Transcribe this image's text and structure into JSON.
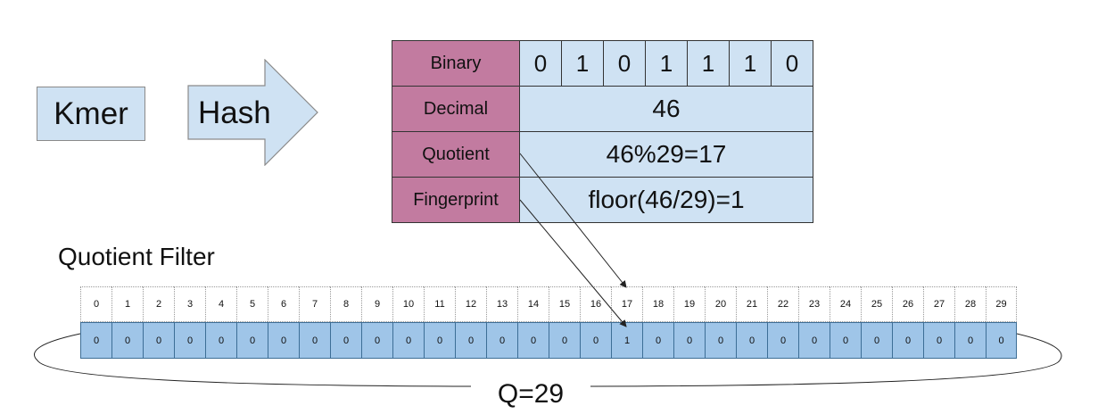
{
  "kmer_label": "Kmer",
  "hash_label": "Hash",
  "table": {
    "binary_label": "Binary",
    "binary_bits": [
      "0",
      "1",
      "0",
      "1",
      "1",
      "1",
      "0"
    ],
    "decimal_label": "Decimal",
    "decimal_value": "46",
    "quotient_label": "Quotient",
    "quotient_value": "46%29=17",
    "fingerprint_label": "Fingerprint",
    "fingerprint_value": "floor(46/29)=1"
  },
  "quotient_filter": {
    "title": "Quotient Filter",
    "indices": [
      "0",
      "1",
      "2",
      "3",
      "4",
      "5",
      "6",
      "7",
      "8",
      "9",
      "10",
      "11",
      "12",
      "13",
      "14",
      "15",
      "16",
      "17",
      "18",
      "19",
      "20",
      "21",
      "22",
      "23",
      "24",
      "25",
      "26",
      "27",
      "28",
      "29"
    ],
    "slots": [
      "0",
      "0",
      "0",
      "0",
      "0",
      "0",
      "0",
      "0",
      "0",
      "0",
      "0",
      "0",
      "0",
      "0",
      "0",
      "0",
      "0",
      "1",
      "0",
      "0",
      "0",
      "0",
      "0",
      "0",
      "0",
      "0",
      "0",
      "0",
      "0",
      "0"
    ],
    "q_label": "Q=29"
  },
  "colors": {
    "label_fill": "#c27ba0",
    "value_fill": "#cfe2f3",
    "slot_fill": "#9fc5e8"
  }
}
